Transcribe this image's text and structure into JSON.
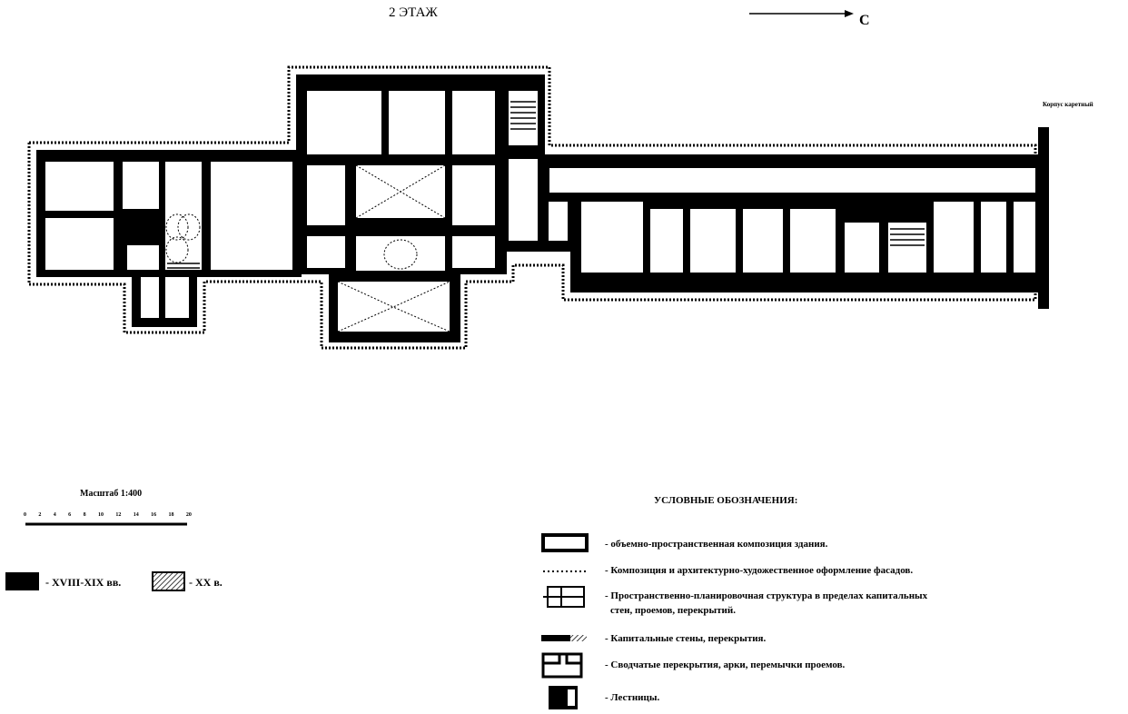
{
  "title": "2 ЭТАЖ",
  "north_label": "С",
  "annex_label": "Корпус каретный",
  "scale": {
    "title": "Масштаб 1:400",
    "ticks": [
      "0",
      "2",
      "4",
      "6",
      "8",
      "10",
      "12",
      "14",
      "16",
      "18",
      "20"
    ]
  },
  "periods": [
    {
      "label": "- XVIII-XIX вв.",
      "pattern": "solid"
    },
    {
      "label": "- XX в.",
      "pattern": "hatched"
    }
  ],
  "legend": {
    "title": "УСЛОВНЫЕ ОБОЗНАЧЕНИЯ:",
    "items": [
      {
        "icon": "volume-outline-icon",
        "text": "- объемно-пространственная композиция здания."
      },
      {
        "icon": "dotted-line-icon",
        "text": "- Композиция и архитектурно-художественное оформление фасадов."
      },
      {
        "icon": "plan-structure-icon",
        "text": "- Пространственно-планировочная структура  в пределах капитальных",
        "text2": "стен,  проемов,  перекрытий."
      },
      {
        "icon": "capital-wall-icon",
        "text": "- Капитальные стены, перекрытия."
      },
      {
        "icon": "vault-icon",
        "text": "- Сводчатые перекрытия, арки, перемычки проемов."
      },
      {
        "icon": "stairs-icon",
        "text": "- Лестницы."
      }
    ]
  }
}
